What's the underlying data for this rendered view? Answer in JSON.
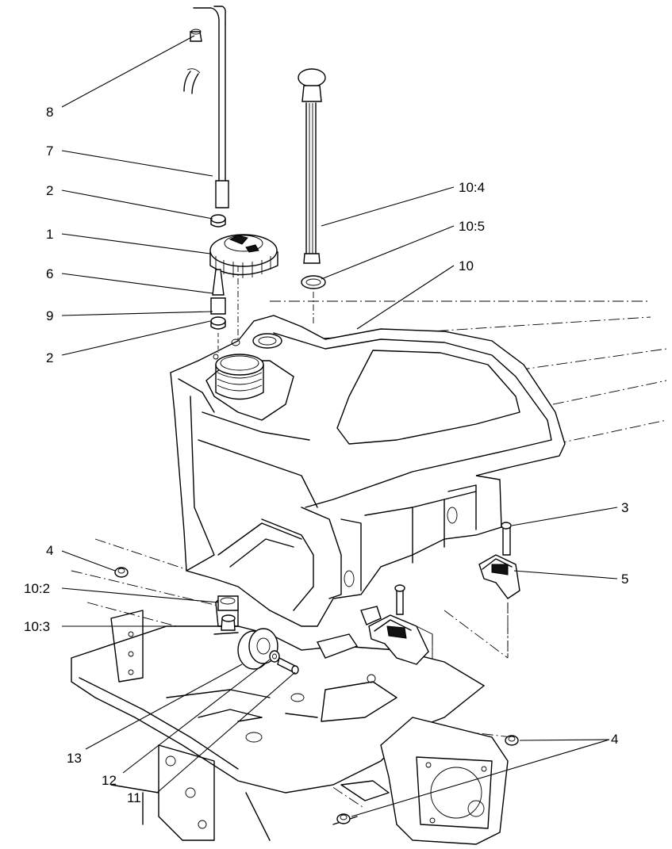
{
  "diagram": {
    "callouts": {
      "c8": "8",
      "c7": "7",
      "c2a": "2",
      "c1": "1",
      "c6": "6",
      "c9": "9",
      "c2b": "2",
      "c10_4": "10:4",
      "c10_5": "10:5",
      "c10": "10",
      "c3": "3",
      "c5": "5",
      "c4a": "4",
      "c10_2": "10:2",
      "c10_3": "10:3",
      "c13": "13",
      "c12": "12",
      "c11": "11",
      "c4b": "4"
    }
  }
}
